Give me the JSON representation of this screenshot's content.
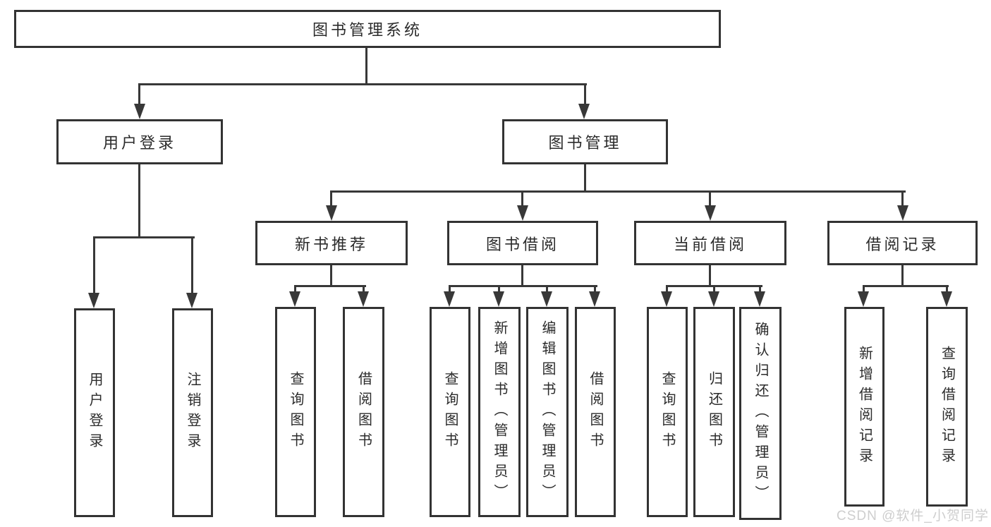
{
  "tree": {
    "root": {
      "label": "图书管理系统"
    },
    "branches": [
      {
        "label": "用户登录",
        "children": [
          {
            "label": "用户登录"
          },
          {
            "label": "注销登录"
          }
        ]
      },
      {
        "label": "图书管理",
        "children": [
          {
            "label": "新书推荐",
            "children": [
              {
                "label": "查询图书"
              },
              {
                "label": "借阅图书"
              }
            ]
          },
          {
            "label": "图书借阅",
            "children": [
              {
                "label": "查询图书"
              },
              {
                "label": "新增图书（管理员）"
              },
              {
                "label": "编辑图书（管理员）"
              },
              {
                "label": "借阅图书"
              }
            ]
          },
          {
            "label": "当前借阅",
            "children": [
              {
                "label": "查询图书"
              },
              {
                "label": "归还图书"
              },
              {
                "label": "确认归还（管理员）"
              }
            ]
          },
          {
            "label": "借阅记录",
            "children": [
              {
                "label": "新增借阅记录"
              },
              {
                "label": "查询借阅记录"
              }
            ]
          }
        ]
      }
    ]
  },
  "watermark": "CSDN @软件_小贺同学",
  "colors": {
    "line": "#383838",
    "border": "#333333",
    "text": "#2b2b2b",
    "watermark": "#cbcbcb",
    "background": "#ffffff"
  }
}
